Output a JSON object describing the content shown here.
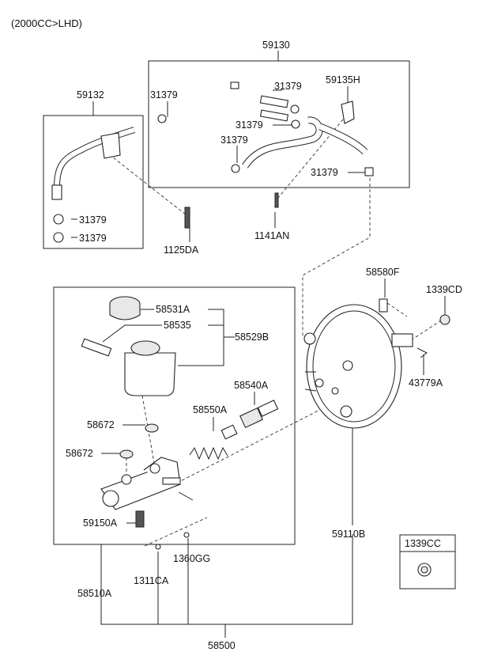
{
  "header": {
    "variant": "(2000CC>LHD)"
  },
  "labels": {
    "p59130": "59130",
    "p59132": "59132",
    "p31379_a": "31379",
    "p31379_b": "31379",
    "p31379_c": "31379",
    "p31379_d": "31379",
    "p31379_e": "31379",
    "p31379_f": "31379",
    "p31379_g": "31379",
    "p59135H": "59135H",
    "p1125DA": "1125DA",
    "p1141AN": "1141AN",
    "p58580F": "58580F",
    "p1339CD": "1339CD",
    "p43779A": "43779A",
    "p58531A": "58531A",
    "p58535": "58535",
    "p58529B": "58529B",
    "p58540A": "58540A",
    "p58550A": "58550A",
    "p58672_a": "58672",
    "p58672_b": "58672",
    "p59150A": "59150A",
    "p59110B": "59110B",
    "p1360GG": "1360GG",
    "p1311CA": "1311CA",
    "p58510A": "58510A",
    "p58500": "58500",
    "p1339CC": "1339CC"
  }
}
